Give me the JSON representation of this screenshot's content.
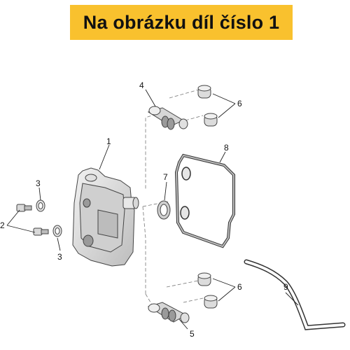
{
  "banner": {
    "text": "Na obrázku díl číslo 1",
    "color": "#f9c12e"
  },
  "callouts": [
    "1",
    "2",
    "3",
    "3",
    "4",
    "5",
    "6",
    "6",
    "7",
    "8",
    "9"
  ]
}
